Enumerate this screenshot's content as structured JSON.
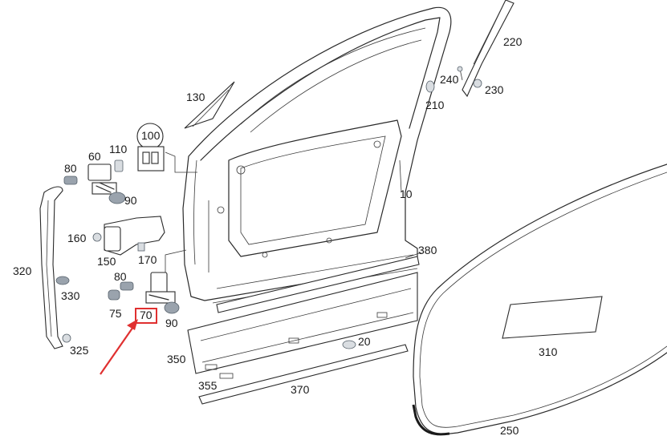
{
  "callouts": {
    "c10": "10",
    "c20": "20",
    "c60": "60",
    "c70": "70",
    "c75": "75",
    "c80a": "80",
    "c80b": "80",
    "c90a": "90",
    "c90b": "90",
    "c100": "100",
    "c110": "110",
    "c130": "130",
    "c150": "150",
    "c160": "160",
    "c170": "170",
    "c210": "210",
    "c220": "220",
    "c230": "230",
    "c240": "240",
    "c250": "250",
    "c310": "310",
    "c320": "320",
    "c325": "325",
    "c330": "330",
    "c350": "350",
    "c355": "355",
    "c370": "370",
    "c380": "380"
  },
  "colors": {
    "highlight": "#e03030",
    "arrow": "#e03030",
    "line": "#2a2a2a"
  }
}
